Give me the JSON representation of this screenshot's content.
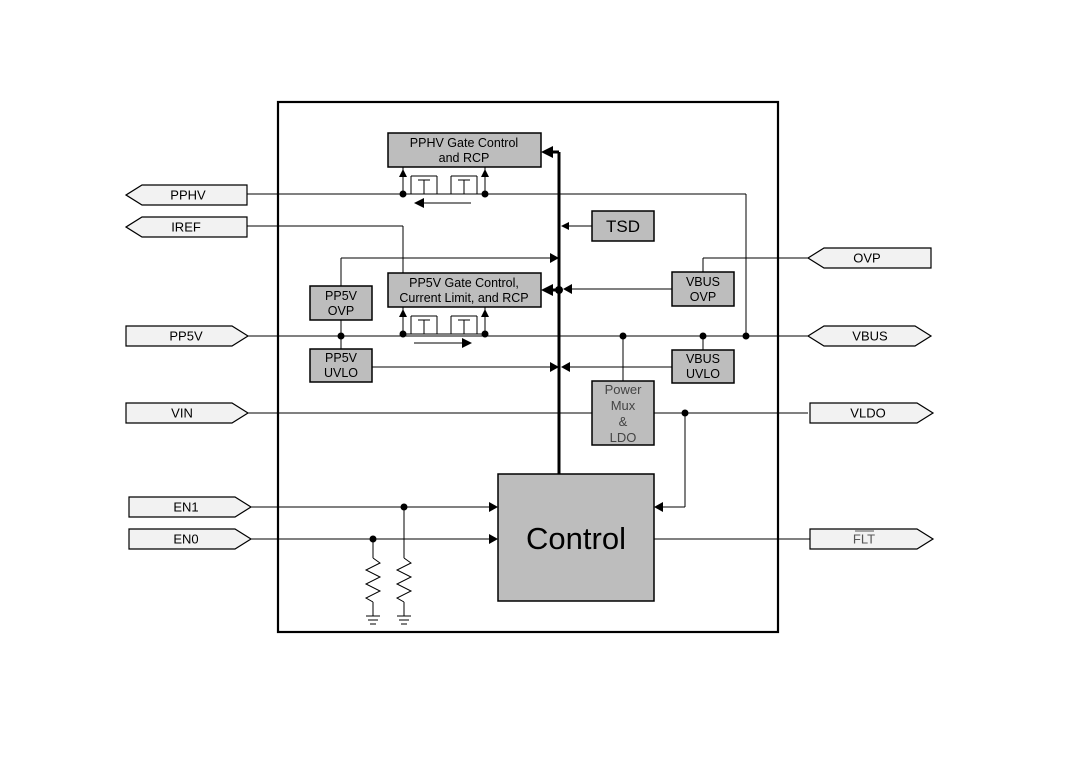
{
  "blocks": {
    "pphv_gate": [
      "PPHV Gate Control",
      "and RCP"
    ],
    "pp5v_gate": [
      "PP5V Gate Control,",
      "Current Limit, and RCP"
    ],
    "tsd": [
      "TSD"
    ],
    "pp5v_ovp": [
      "PP5V",
      "OVP"
    ],
    "pp5v_uvlo": [
      "PP5V",
      "UVLO"
    ],
    "vbus_ovp": [
      "VBUS",
      "OVP"
    ],
    "vbus_uvlo": [
      "VBUS",
      "UVLO"
    ],
    "power_mux": [
      "Power",
      "Mux",
      "&",
      "LDO"
    ],
    "control": [
      "Control"
    ]
  },
  "pins": {
    "pphv": "PPHV",
    "iref": "IREF",
    "pp5v": "PP5V",
    "vin": "VIN",
    "en1": "EN1",
    "en0": "EN0",
    "ovp": "OVP",
    "vbus": "VBUS",
    "vldo": "VLDO",
    "flt": "FLT"
  }
}
